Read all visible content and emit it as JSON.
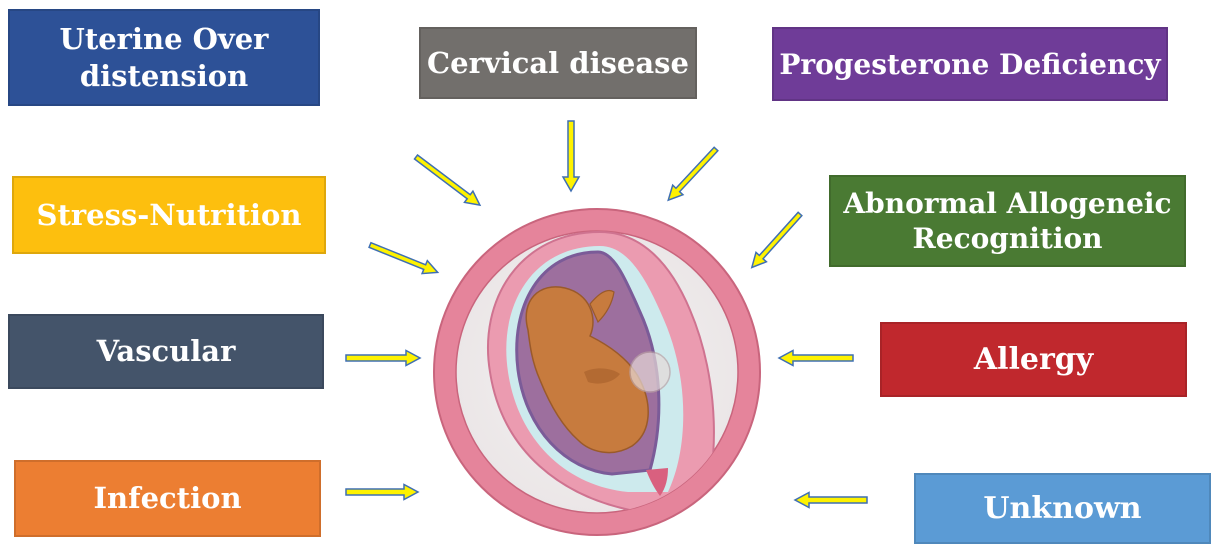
{
  "factors": [
    {
      "id": "uterine",
      "label": "Uterine Over distension",
      "color": "#2d5197"
    },
    {
      "id": "cervical",
      "label": "Cervical disease",
      "color": "#726f6c"
    },
    {
      "id": "progesterone",
      "label": "Progesterone Deficiency",
      "color": "#6f3c98"
    },
    {
      "id": "stress",
      "label": "Stress-Nutrition",
      "color": "#fdbf0e"
    },
    {
      "id": "allogeneic",
      "label": "Abnormal Allogeneic Recognition",
      "color": "#4a7a33"
    },
    {
      "id": "vascular",
      "label": "Vascular",
      "color": "#44546a"
    },
    {
      "id": "allergy",
      "label": "Allergy",
      "color": "#c0282d"
    },
    {
      "id": "infection",
      "label": "Infection",
      "color": "#ec7e32"
    },
    {
      "id": "unknown",
      "label": "Unknown",
      "color": "#5b9bd5"
    }
  ],
  "colors": {
    "arrow_fill": "#fef200",
    "arrow_stroke": "#3f6fb3",
    "uterus_wall": "#e37f98",
    "amniotic_fluid": "#cdeaed",
    "fetus": "#c77b3e"
  }
}
